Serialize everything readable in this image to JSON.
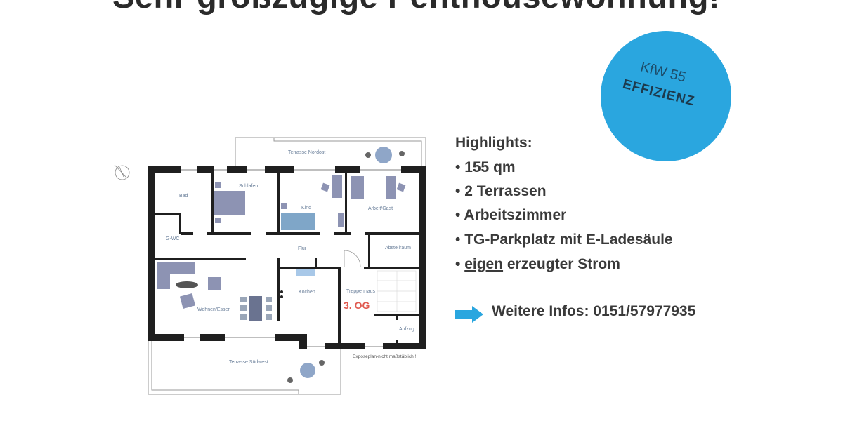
{
  "title": "Sehr großzügige Penthousewohnung!",
  "badge": {
    "line1": "KfW 55",
    "line2": "EFFIZIENZ",
    "color": "#2aa6df"
  },
  "highlights": {
    "heading": "Highlights:",
    "items": [
      "155 qm",
      "2 Terrassen",
      "Arbeitszimmer",
      "TG-Parkplatz mit E-Ladesäule"
    ],
    "last_underlined": "eigen",
    "last_rest": " erzeugter Strom",
    "bullet": "•"
  },
  "contact": {
    "icon": "arrow-right-icon",
    "text": "Weitere Infos: 0151/57977935",
    "arrow_color": "#2aa6df"
  },
  "floorplan": {
    "rooms": {
      "terrace_ne": "Terrasse Nordost",
      "bad": "Bad",
      "schlafen": "Schlafen",
      "kind": "Kind",
      "arbeit": "Arbeit/Gast",
      "gwc": "G-WC",
      "flur": "Flur",
      "abstell": "Abstellraum",
      "wohnen": "Wohnen/Essen",
      "kochen": "Kochen",
      "treppenhaus": "Treppenhaus",
      "aufzug": "Aufzug",
      "terrace_sw": "Terrasse Südwest"
    },
    "floor": "3. OG",
    "floor_color": "#e05a50",
    "note": "Exposeplan-nicht maßstäblich !"
  }
}
